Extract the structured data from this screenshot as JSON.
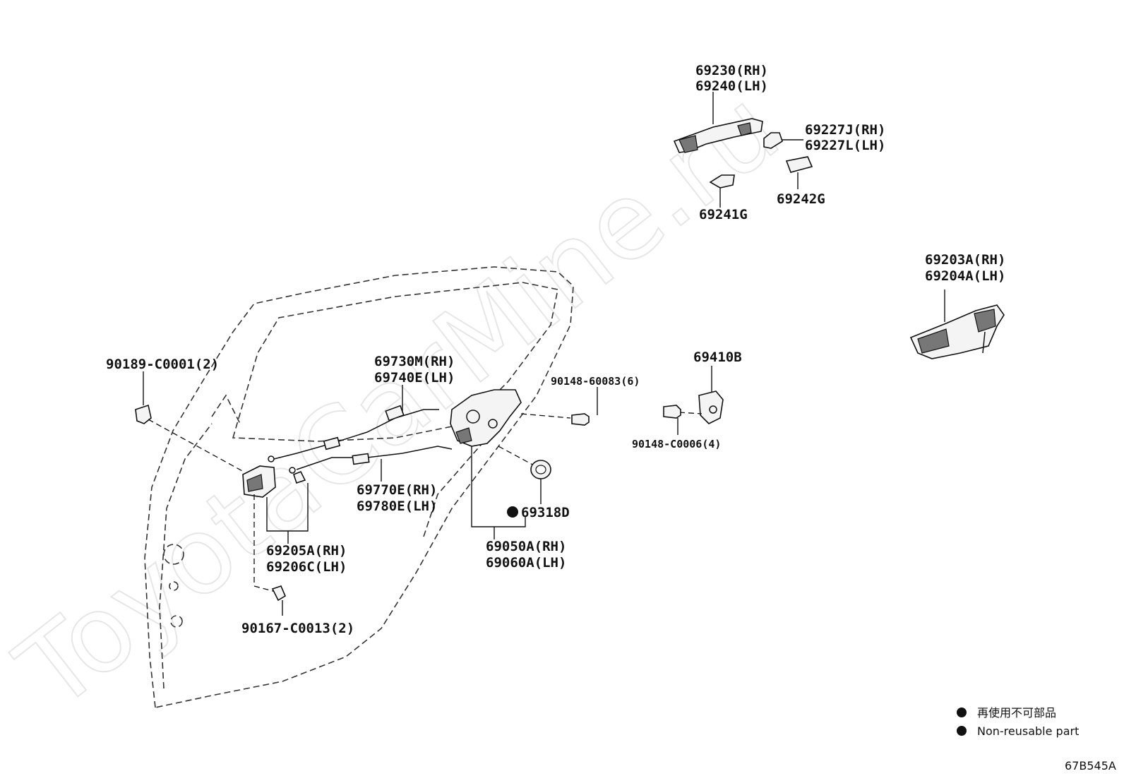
{
  "watermark": "ToyotaCarMine.ru",
  "labels": {
    "p69230": "69230(RH)",
    "p69240": "69240(LH)",
    "p69227J": "69227J(RH)",
    "p69227L": "69227L(LH)",
    "p69241G": "69241G",
    "p69242G": "69242G",
    "p69203A": "69203A(RH)",
    "p69204A": "69204A(LH)",
    "p90189": "90189-C0001(2)",
    "p69730M": "69730M(RH)",
    "p69740E": "69740E(LH)",
    "p90148_60083": "90148-60083(6)",
    "p69410B": "69410B",
    "p90148_C0006": "90148-C0006(4)",
    "p69770E": "69770E(RH)",
    "p69780E": "69780E(LH)",
    "p69318D": "69318D",
    "p69205A": "69205A(RH)",
    "p69206C": "69206C(LH)",
    "p69050A": "69050A(RH)",
    "p69060A": "69060A(LH)",
    "p90167": "90167-C0013(2)"
  },
  "legend": {
    "jp": "再使用不可部品",
    "en": "Non-reusable part"
  },
  "diagram_code": "67B545A"
}
